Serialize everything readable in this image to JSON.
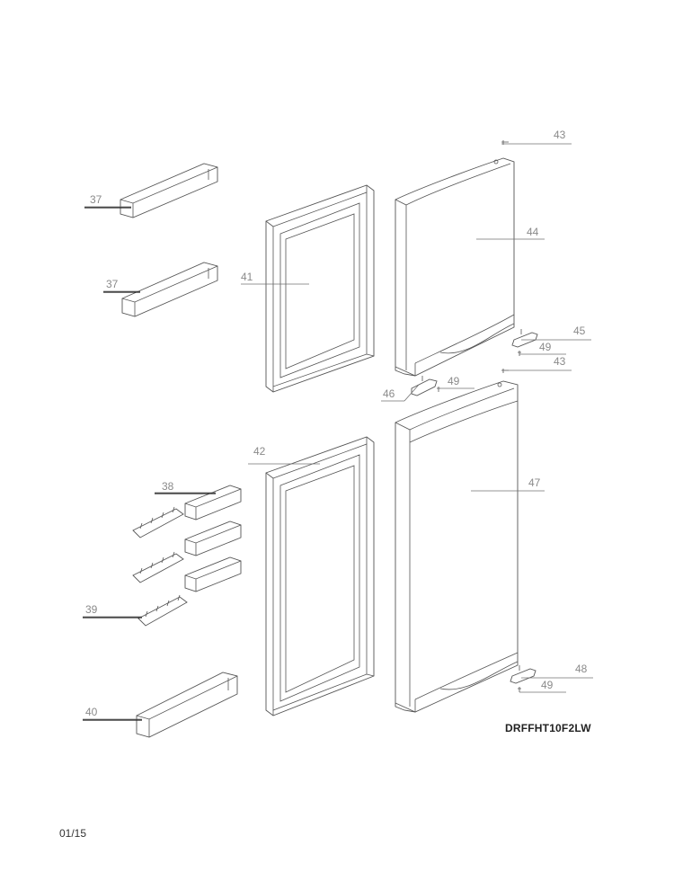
{
  "diagram": {
    "model": "DRFFHT10F2LW",
    "page_number": "01/15",
    "callouts": {
      "p37a": "37",
      "p37b": "37",
      "p38": "38",
      "p39": "39",
      "p40": "40",
      "p41": "41",
      "p42": "42",
      "p43a": "43",
      "p43b": "43",
      "p44": "44",
      "p45": "45",
      "p46": "46",
      "p47": "47",
      "p48": "48",
      "p49a": "49",
      "p49b": "49",
      "p49c": "49"
    }
  }
}
